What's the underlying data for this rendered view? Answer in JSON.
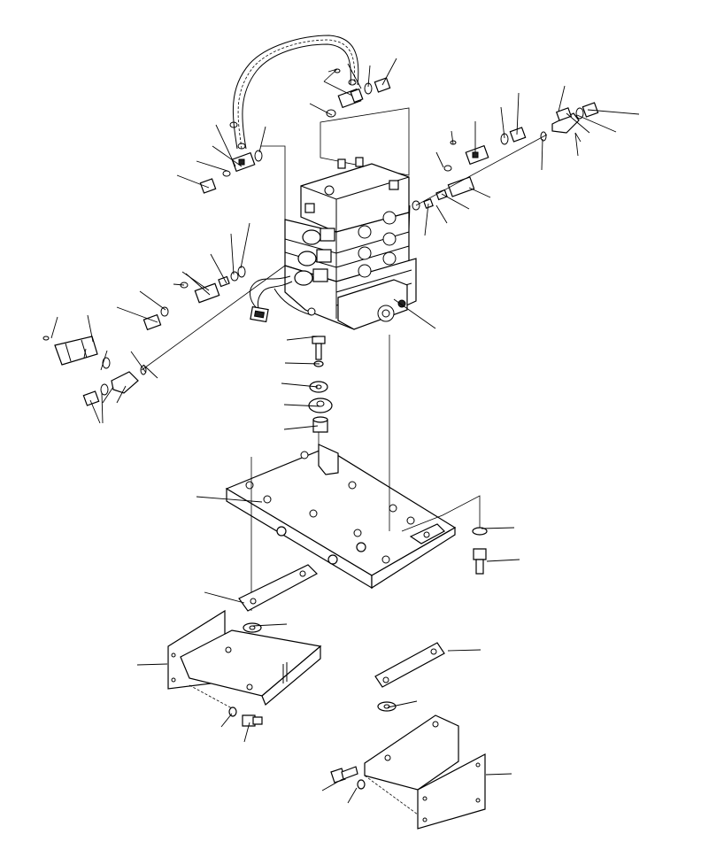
{
  "diagram": {
    "type": "exploded-parts-view",
    "colors": {
      "line": "#000000",
      "background": "#ffffff"
    },
    "leaders": [
      [
        398,
        108,
        366,
        92
      ],
      [
        408,
        100,
        393,
        72
      ],
      [
        416,
        98,
        418,
        74
      ],
      [
        432,
        96,
        448,
        66
      ],
      [
        375,
        130,
        350,
        117
      ],
      [
        273,
        188,
        240,
        165
      ],
      [
        266,
        188,
        244,
        141
      ],
      [
        257,
        193,
        222,
        182
      ],
      [
        236,
        212,
        200,
        198
      ],
      [
        293,
        172,
        300,
        143
      ],
      [
        501,
        189,
        493,
        172
      ],
      [
        512,
        163,
        510,
        148
      ],
      [
        537,
        172,
        537,
        137
      ],
      [
        570,
        156,
        566,
        121
      ],
      [
        584,
        152,
        586,
        105
      ],
      [
        530,
        212,
        554,
        223
      ],
      [
        499,
        219,
        530,
        236
      ],
      [
        484,
        230,
        480,
        266
      ],
      [
        493,
        232,
        505,
        252
      ],
      [
        463,
        232,
        462,
        261
      ],
      [
        613,
        157,
        612,
        192
      ],
      [
        631,
        126,
        638,
        97
      ],
      [
        640,
        128,
        666,
        150
      ],
      [
        652,
        130,
        696,
        149
      ],
      [
        664,
        124,
        722,
        129
      ],
      [
        650,
        150,
        653,
        176
      ],
      [
        272,
        303,
        282,
        252
      ],
      [
        264,
        310,
        261,
        264
      ],
      [
        256,
        320,
        238,
        287
      ],
      [
        236,
        328,
        206,
        307
      ],
      [
        237,
        333,
        210,
        309
      ],
      [
        208,
        322,
        196,
        321
      ],
      [
        187,
        350,
        158,
        329
      ],
      [
        178,
        364,
        132,
        347
      ],
      [
        105,
        386,
        99,
        356
      ],
      [
        97,
        394,
        95,
        404
      ],
      [
        114,
        418,
        121,
        396
      ],
      [
        128,
        437,
        116,
        455
      ],
      [
        115,
        444,
        116,
        478
      ],
      [
        102,
        452,
        113,
        478
      ],
      [
        142,
        436,
        132,
        455
      ],
      [
        165,
        421,
        148,
        397
      ],
      [
        178,
        427,
        162,
        412
      ],
      [
        445,
        338,
        492,
        371
      ],
      [
        359,
        380,
        324,
        384
      ],
      [
        361,
        411,
        322,
        410
      ],
      [
        359,
        437,
        318,
        433
      ],
      [
        362,
        459,
        321,
        457
      ],
      [
        359,
        481,
        321,
        485
      ],
      [
        296,
        567,
        222,
        561
      ],
      [
        544,
        597,
        581,
        596
      ],
      [
        550,
        634,
        587,
        632
      ],
      [
        276,
        681,
        231,
        669
      ],
      [
        285,
        707,
        324,
        705
      ],
      [
        189,
        750,
        155,
        751
      ],
      [
        262,
        806,
        250,
        821
      ],
      [
        282,
        816,
        276,
        838
      ],
      [
        506,
        735,
        543,
        734
      ],
      [
        438,
        799,
        471,
        792
      ],
      [
        403,
        890,
        393,
        907
      ],
      [
        387,
        880,
        364,
        893
      ],
      [
        549,
        875,
        578,
        874
      ],
      [
        58,
        382,
        65,
        358
      ],
      [
        371,
        81,
        381,
        78
      ]
    ]
  }
}
